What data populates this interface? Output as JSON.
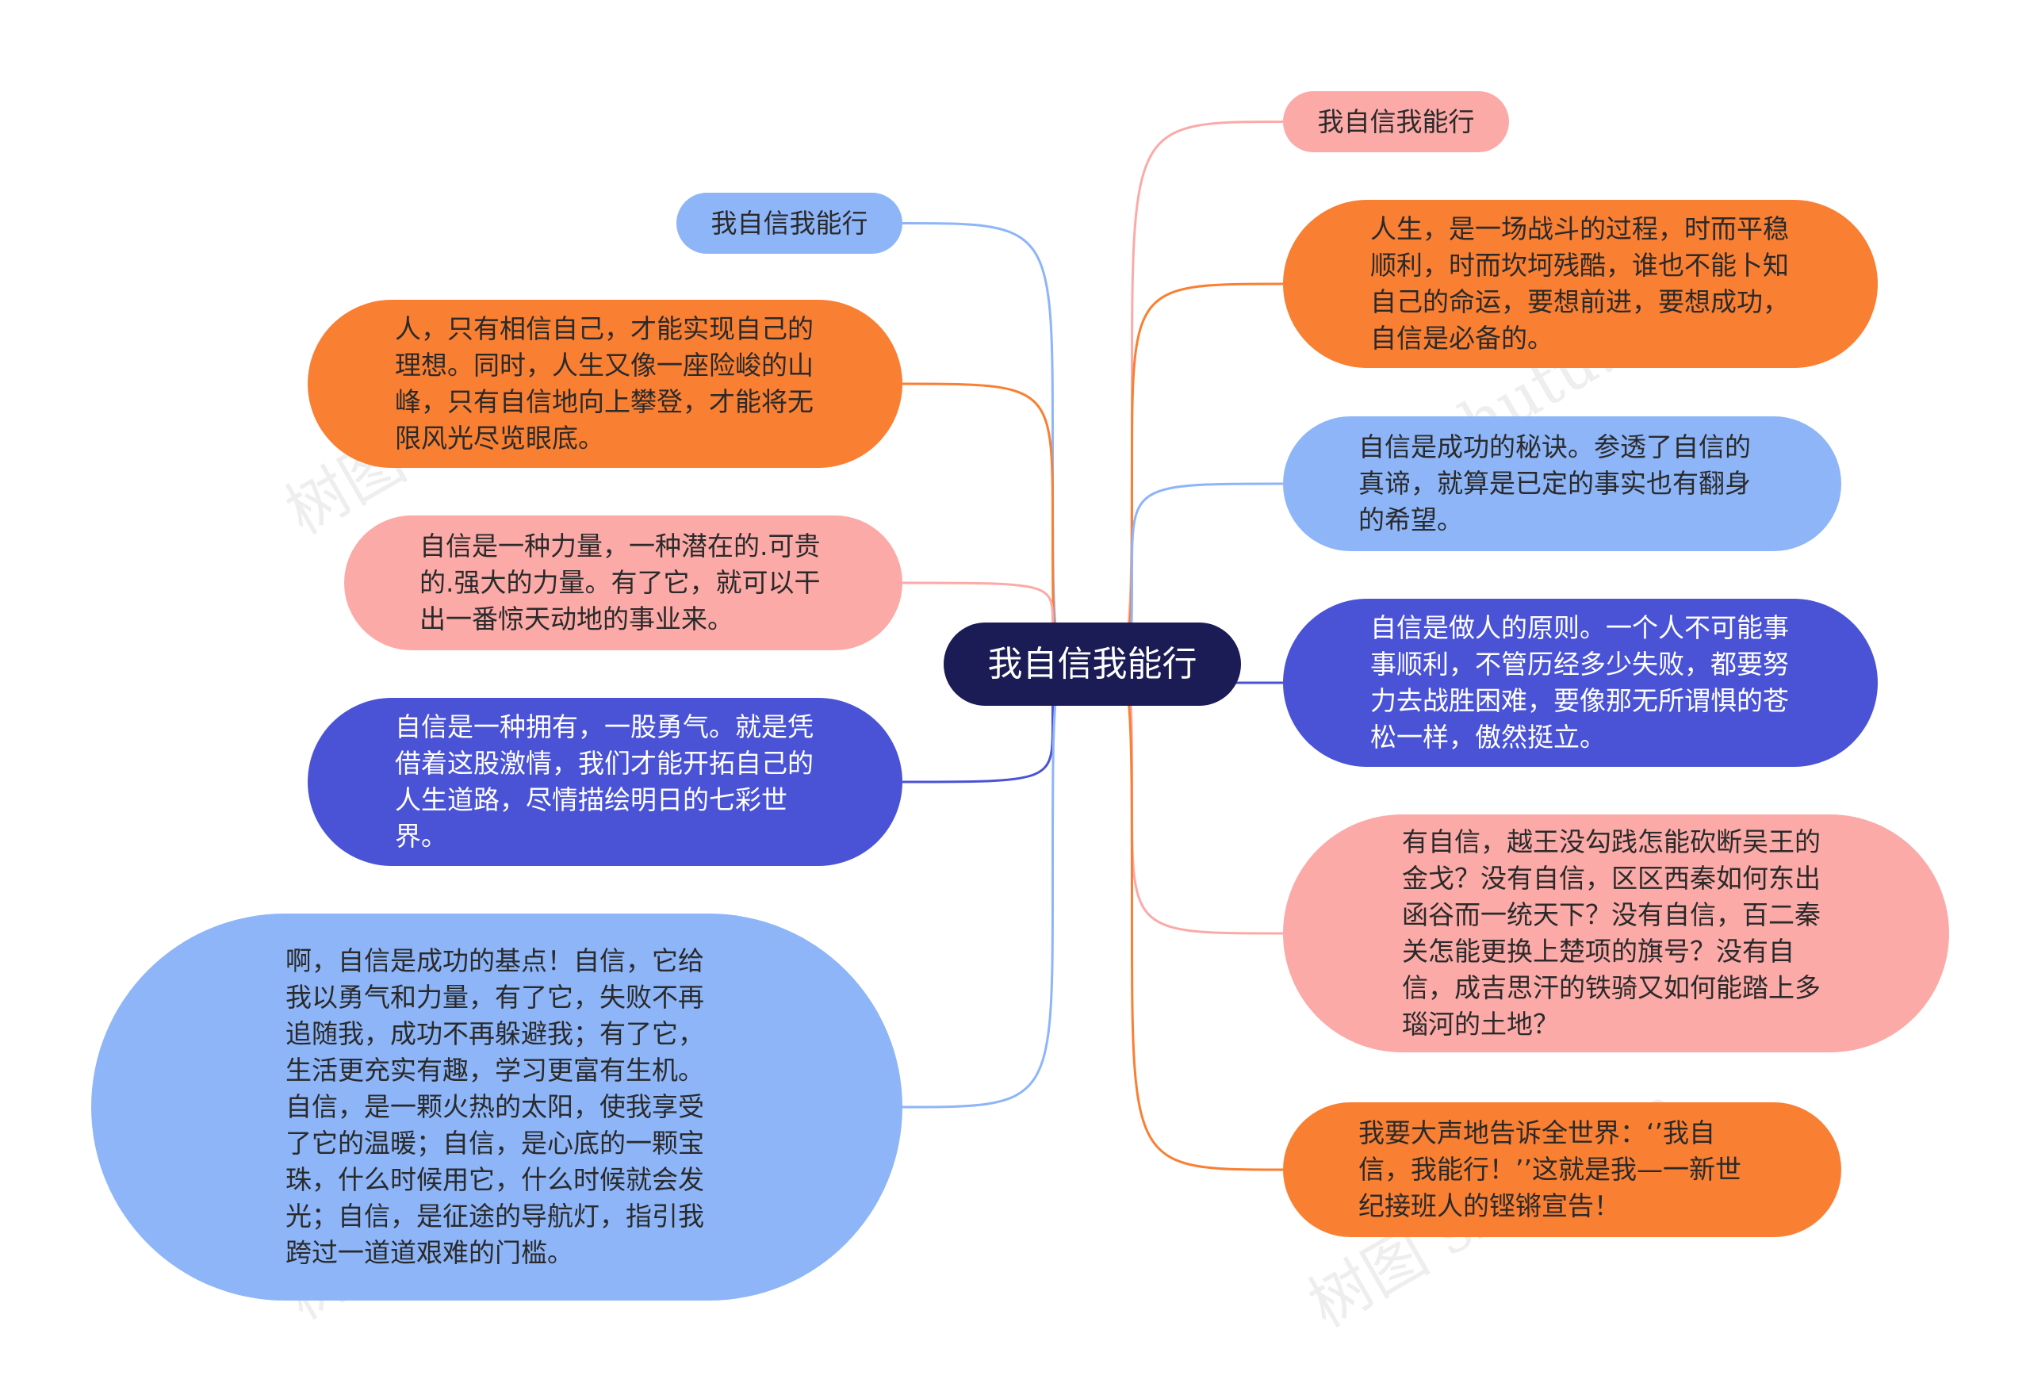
{
  "root": {
    "label": "我自信我能行"
  },
  "left_nodes": [
    {
      "id": "l1",
      "text": "我自信我能行",
      "color": "#8db5f8"
    },
    {
      "id": "l2",
      "text": "人，只有相信自己，才能实现自己的理想。同时，人生又像一座险峻的山峰，只有自信地向上攀登，才能将无限风光尽览眼底。",
      "color": "#f97f33"
    },
    {
      "id": "l3",
      "text": "自信是一种力量，一种潜在的.可贵的.强大的力量。有了它，就可以干出一番惊天动地的事业来。",
      "color": "#fbaaa8"
    },
    {
      "id": "l4",
      "text": "自信是一种拥有，一股勇气。就是凭借着这股激情，我们才能开拓自己的人生道路，尽情描绘明日的七彩世界。",
      "color": "#4a53d6"
    },
    {
      "id": "l5",
      "text": "啊，自信是成功的基点！自信，它给我以勇气和力量，有了它，失败不再追随我，成功不再躲避我；有了它，生活更充实有趣，学习更富有生机。自信，是一颗火热的太阳，使我享受了它的温暖；自信，是心底的一颗宝珠，什么时候用它，什么时候就会发光；自信，是征途的导航灯，指引我跨过一道道艰难的门槛。",
      "color": "#8db5f8"
    }
  ],
  "right_nodes": [
    {
      "id": "r1",
      "text": "我自信我能行",
      "color": "#fbaaa8"
    },
    {
      "id": "r2",
      "text": "人生，是一场战斗的过程，时而平稳顺利，时而坎坷残酷，谁也不能卜知自己的命运，要想前进，要想成功，自信是必备的。",
      "color": "#f97f33"
    },
    {
      "id": "r3",
      "text": "自信是成功的秘诀。参透了自信的真谛，就算是已定的事实也有翻身的希望。",
      "color": "#8db5f8"
    },
    {
      "id": "r4",
      "text": "自信是做人的原则。一个人不可能事事顺利，不管历经多少失败，都要努力去战胜困难，要像那无所谓惧的苍松一样，傲然挺立。",
      "color": "#4a53d6"
    },
    {
      "id": "r5",
      "text": "有自信，越王没勾践怎能砍断吴王的金戈？没有自信，区区西秦如何东出函谷而一统天下？没有自信，百二秦关怎能更换上楚项的旗号？没有自信，成吉思汗的铁骑又如何能踏上多瑙河的土地？",
      "color": "#fbaaa8"
    },
    {
      "id": "r6",
      "text": "我要大声地告诉全世界：‘’我自信，我能行！’’这就是我—一新世纪接班人的铿锵宣告！",
      "color": "#f97f33"
    }
  ],
  "watermark": {
    "text": "树图 shutu.cn"
  }
}
